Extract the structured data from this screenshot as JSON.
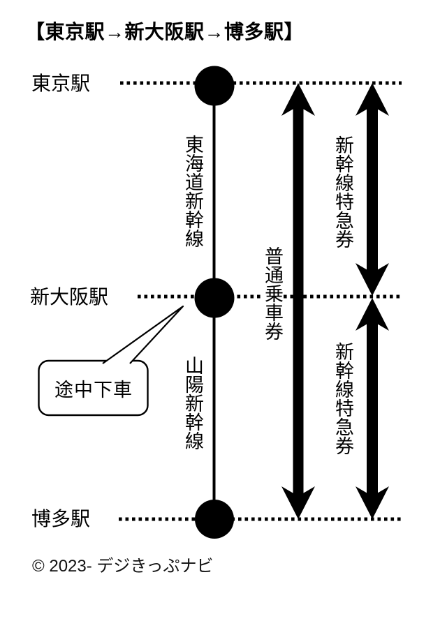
{
  "colors": {
    "ink": "#000000",
    "background": "#ffffff"
  },
  "title": "【東京駅→新大阪駅→博多駅】",
  "stations": [
    {
      "name": "東京駅"
    },
    {
      "name": "新大阪駅"
    },
    {
      "name": "博多駅"
    }
  ],
  "rail_lines": [
    {
      "name": "東海道新幹線"
    },
    {
      "name": "山陽新幹線"
    }
  ],
  "tickets": {
    "base_fare_label": "普通乗車券",
    "express_upper_label": "新幹線特急券",
    "express_lower_label": "新幹線特急券"
  },
  "callout": {
    "label": "途中下車"
  },
  "footer": {
    "copyright": "© 2023- デジきっぷナビ"
  }
}
